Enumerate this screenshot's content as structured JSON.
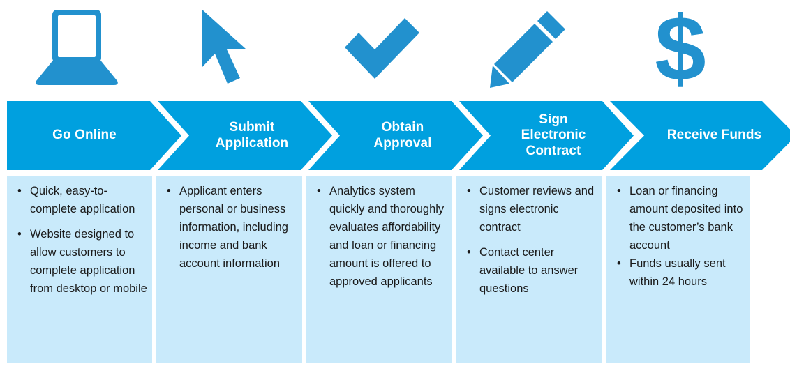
{
  "theme": {
    "chevron_color": "#00a0df",
    "icon_color": "#2291ce",
    "panel_color": "#c9eafb",
    "chevron_text_color": "#ffffff",
    "body_text_color": "#1a1a1a",
    "background": "#ffffff"
  },
  "icons": [
    {
      "name": "laptop-icon"
    },
    {
      "name": "cursor-arrow-icon"
    },
    {
      "name": "checkmark-icon"
    },
    {
      "name": "pencil-icon"
    },
    {
      "name": "dollar-sign-icon"
    }
  ],
  "steps": [
    {
      "label": "Go Online",
      "bullets": [
        "Quick, easy-to-complete application",
        "Website designed to allow customers to complete application from desktop or mobile"
      ]
    },
    {
      "label": "Submit\nApplication",
      "bullets": [
        "Applicant enters personal or business information, including income and bank account information"
      ]
    },
    {
      "label": "Obtain\nApproval",
      "bullets": [
        "Analytics system quickly and thoroughly evaluates affordability and loan or financing amount is offered to approved applicants"
      ]
    },
    {
      "label": "Sign\nElectronic\nContract",
      "bullets": [
        "Customer reviews and signs electronic contract",
        "Contact center available to answer questions"
      ]
    },
    {
      "label": "Receive Funds",
      "bullets": [
        "Loan or financing amount deposited into the customer’s bank account",
        "Funds usually sent within 24 hours"
      ]
    }
  ],
  "bullet_glyph": "•"
}
